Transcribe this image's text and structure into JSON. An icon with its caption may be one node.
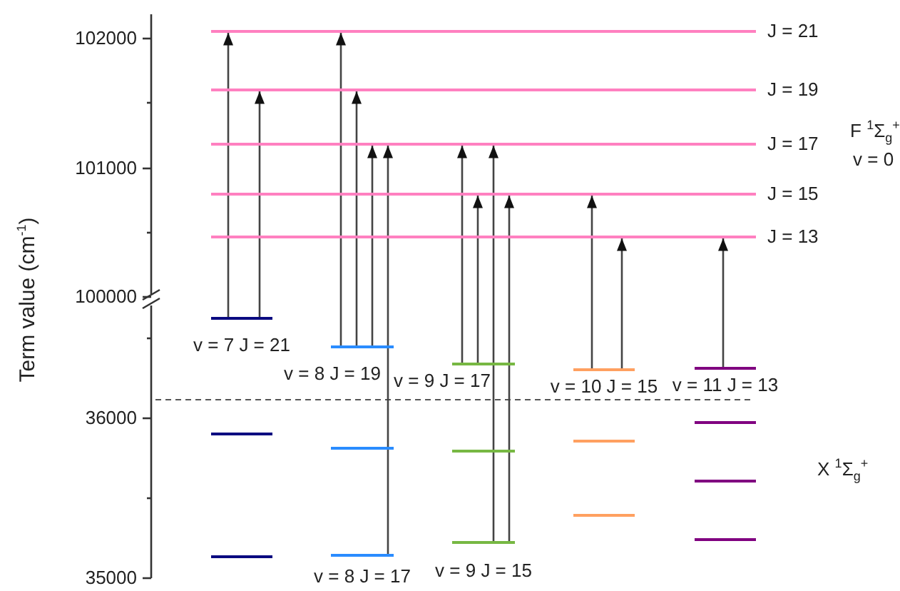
{
  "diagram": {
    "nodes": [
      {
        "text": [],
        "shape": "bar",
        "beside": [
          "J = 21"
        ]
      },
      {
        "text": [],
        "shape": "bar",
        "beside": [
          "J = 19"
        ]
      },
      {
        "text": [],
        "shape": "bar",
        "beside": [
          "J = 17"
        ]
      },
      {
        "text": [],
        "shape": "bar",
        "beside": [
          "J = 15"
        ]
      },
      {
        "text": [],
        "shape": "bar",
        "beside": [
          "J = 13"
        ]
      },
      {
        "text": [
          "v = 7 J = 21"
        ]
      },
      {
        "text": [
          "v = 8 J = 19"
        ]
      },
      {
        "text": [
          "v = 9 J = 17"
        ]
      },
      {
        "text": [
          "v = 10 J = 15"
        ]
      },
      {
        "text": [
          "v = 11 J = 13"
        ]
      },
      {
        "text": [],
        "shape": "bar"
      },
      {
        "text": [],
        "shape": "bar"
      },
      {
        "text": [],
        "shape": "bar"
      },
      {
        "text": [],
        "shape": "bar"
      },
      {
        "text": [],
        "shape": "bar"
      },
      {
        "text": [],
        "shape": "bar"
      },
      {
        "text": [],
        "shape": "bar"
      },
      {
        "text": [],
        "shape": "bar"
      },
      {
        "text": [],
        "shape": "bar"
      },
      {
        "text": [
          "v = 8 J = 17"
        ]
      },
      {
        "text": [
          "v = 9 J = 15"
        ]
      }
    ],
    "edges": [
      {
        "from": 5,
        "to": 0,
        "arrow": "to"
      },
      {
        "from": 5,
        "to": 1,
        "arrow": "to"
      },
      {
        "from": 6,
        "to": 0,
        "arrow": "to"
      },
      {
        "from": 6,
        "to": 1,
        "arrow": "to"
      },
      {
        "from": 6,
        "to": 2,
        "arrow": "to"
      },
      {
        "from": 19,
        "to": 2,
        "arrow": "to"
      },
      {
        "from": 7,
        "to": 2,
        "arrow": "to"
      },
      {
        "from": 7,
        "to": 3,
        "arrow": "to"
      },
      {
        "from": 20,
        "to": 2,
        "arrow": "to"
      },
      {
        "from": 20,
        "to": 3,
        "arrow": "to"
      },
      {
        "from": 8,
        "to": 3,
        "arrow": "to"
      },
      {
        "from": 8,
        "to": 4,
        "arrow": "to"
      },
      {
        "from": 9,
        "to": 4,
        "arrow": "to"
      }
    ],
    "labels": [
      "102000",
      "101000",
      "100000",
      "36000",
      "35000",
      "Term value (cm$^{-1}$)",
      "F $^{1}$Σ$_{g}$$^{+}$",
      "v = 0",
      "X $^{1}$Σ$_{g}$$^{+}$"
    ]
  }
}
